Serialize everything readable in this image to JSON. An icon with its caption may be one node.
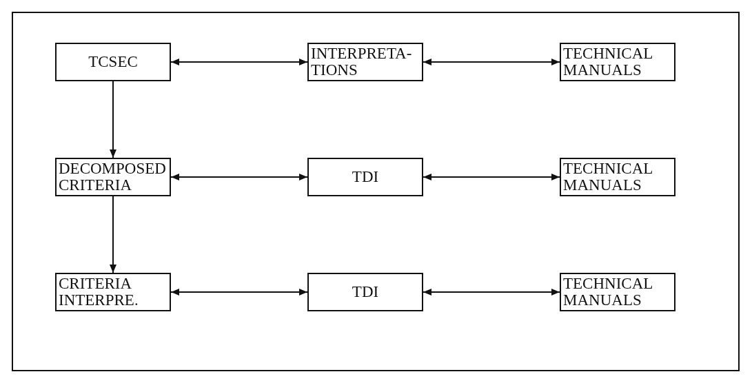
{
  "diagram": {
    "nodes": [
      {
        "text": [
          "TCSEC"
        ]
      },
      {
        "text": [
          "INTERPRETA- TIONS"
        ]
      },
      {
        "text": [
          "TECHNICAL MANUALS"
        ]
      },
      {
        "text": [
          "DECOMPOSED CRITERIA"
        ]
      },
      {
        "text": [
          "TDI"
        ]
      },
      {
        "text": [
          "TECHNICAL MANUALS"
        ]
      },
      {
        "text": [
          "CRITERIA INTERPRE."
        ]
      },
      {
        "text": [
          "TDI"
        ]
      },
      {
        "text": [
          "TECHNICAL MANUALS"
        ]
      }
    ],
    "edges": [
      {
        "from": 0,
        "to": 1,
        "arrow": "both"
      },
      {
        "from": 1,
        "to": 2,
        "arrow": "both"
      },
      {
        "from": 0,
        "to": 3,
        "arrow": "to"
      },
      {
        "from": 3,
        "to": 4,
        "arrow": "both"
      },
      {
        "from": 4,
        "to": 5,
        "arrow": "both"
      },
      {
        "from": 3,
        "to": 6,
        "arrow": "to"
      },
      {
        "from": 6,
        "to": 7,
        "arrow": "both"
      },
      {
        "from": 7,
        "to": 8,
        "arrow": "both"
      }
    ]
  }
}
